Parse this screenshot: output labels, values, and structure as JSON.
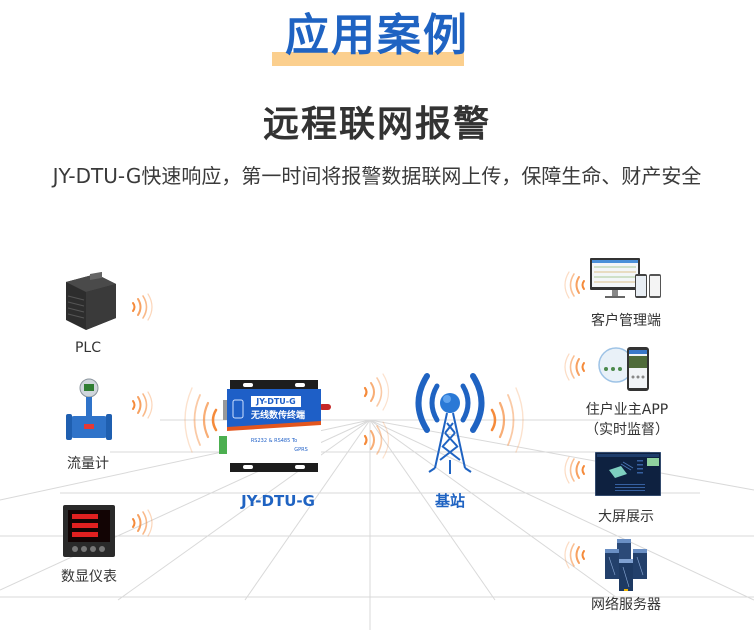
{
  "header": {
    "title": "应用案例",
    "subtitle": "远程联网报警",
    "description": "JY-DTU-G快速响应，第一时间将报警数据联网上传，保障生命、财产安全"
  },
  "left_devices": [
    {
      "label": "PLC",
      "icon": "plc-icon"
    },
    {
      "label": "流量计",
      "icon": "flowmeter-icon"
    },
    {
      "label": "数显仪表",
      "icon": "digital-meter-icon"
    }
  ],
  "center": {
    "dtu": {
      "label": "JY-DTU-G",
      "panel_model": "JY-DTU-G",
      "panel_name": "无线数传终端",
      "panel_spec_line1": "RS232 & RS485 To",
      "panel_spec_line2": "GPRS",
      "icon": "dtu-device-icon"
    },
    "base_station": {
      "label": "基站",
      "icon": "cell-tower-icon"
    }
  },
  "right_targets": [
    {
      "label": "客户管理端",
      "icon": "desktop-client-icon"
    },
    {
      "label": "住户业主APP",
      "label2": "（实时监督）",
      "icon": "mobile-app-icon"
    },
    {
      "label": "大屏展示",
      "icon": "large-screen-icon"
    },
    {
      "label": "网络服务器",
      "icon": "server-icon"
    }
  ],
  "colors": {
    "brand_blue": "#1f63c2",
    "highlight": "#fbcf8e",
    "wave_orange": "#f58a3a",
    "text_dark": "#333333"
  }
}
